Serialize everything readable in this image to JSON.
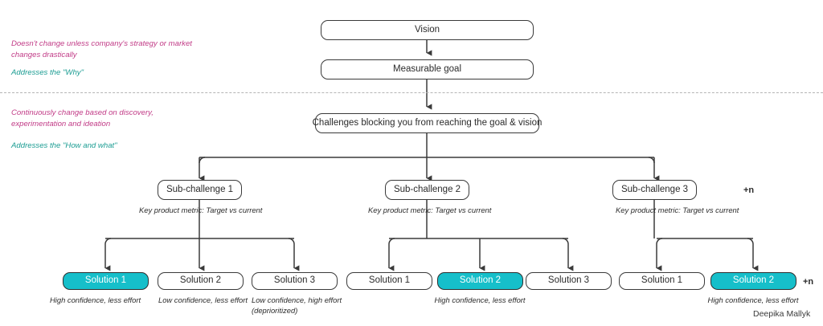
{
  "diagram": {
    "title_nodes": {
      "vision": "Vision",
      "measurable_goal": "Measurable goal",
      "challenges": "Challenges blocking you from reaching the goal & vision"
    },
    "annotations": {
      "strategy_note": "Doesn't change unless company's strategy or market changes drastically",
      "why_note": "Addresses the \"Why\"",
      "discovery_note": "Continuously change based on discovery, experimentation and ideation",
      "how_what_note": "Addresses the \"How and what\""
    },
    "sub_challenges": [
      {
        "label": "Sub-challenge 1",
        "metric_caption": "Key product metric: Target vs current",
        "solutions": [
          {
            "label": "Solution 1",
            "caption": "High confidence, less effort",
            "highlighted": true
          },
          {
            "label": "Solution 2",
            "caption": "Low confidence, less effort",
            "highlighted": false
          },
          {
            "label": "Solution 3",
            "caption": "Low confidence, high effort (deprioritized)",
            "highlighted": false
          }
        ]
      },
      {
        "label": "Sub-challenge 2",
        "metric_caption": "Key product metric: Target vs current",
        "solutions": [
          {
            "label": "Solution 1",
            "caption": "",
            "highlighted": false
          },
          {
            "label": "Solution 2",
            "caption": "High confidence, less effort",
            "highlighted": true
          },
          {
            "label": "Solution 3",
            "caption": "",
            "highlighted": false
          }
        ]
      },
      {
        "label": "Sub-challenge 3",
        "metric_caption": "Key product metric: Target vs current",
        "solutions": [
          {
            "label": "Solution 1",
            "caption": "",
            "highlighted": false
          },
          {
            "label": "Solution 2",
            "caption": "High confidence, less effort",
            "highlighted": true
          }
        ]
      }
    ],
    "more_labels": {
      "sub_challenges_more": "+n",
      "solutions_more": "+n"
    },
    "signature": "Deepika Mallyk",
    "colors": {
      "highlight": "#16bfca",
      "annotation_magenta": "#c13a86",
      "annotation_teal": "#1a9c92",
      "node_border": "#3a3a3a",
      "connector": "#3a3a3a",
      "divider": "#b5b5b5"
    }
  }
}
